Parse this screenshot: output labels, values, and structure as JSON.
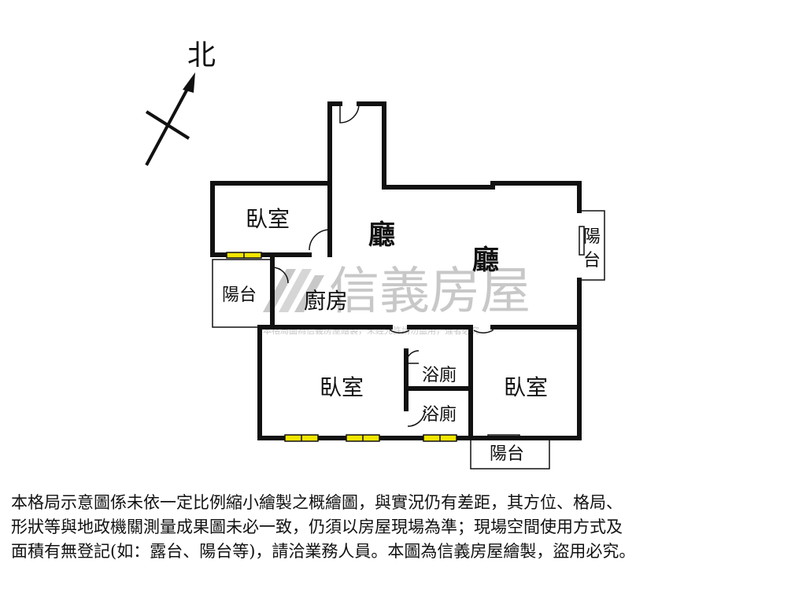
{
  "compass": {
    "label": "北"
  },
  "rooms": {
    "bedroom_nw": "臥室",
    "hall_1": "廳",
    "hall_2": "廳",
    "balcony_west": "陽台",
    "kitchen": "廚房",
    "balcony_east_1": "陽",
    "balcony_east_2": "台",
    "bedroom_sw": "臥室",
    "bathroom_1": "浴廁",
    "bathroom_2": "浴廁",
    "bedroom_se": "臥室",
    "balcony_south": "陽台"
  },
  "watermark": {
    "brand": "信義房屋",
    "notice": "本格局圖為信義房屋繪製，未經允許請勿盜用，違者必究"
  },
  "disclaimer": {
    "line1": "本格局示意圖係未依一定比例縮小繪製之概繪圖，與實況仍有差距，其方位、格局、",
    "line2": "形狀等與地政機關測量成果圖未必一致，仍須以房屋現場為準；現場空間使用方式及",
    "line3": "面積有無登記(如：露台、陽台等)，請洽業務人員。本圖為信義房屋繪製，盜用必究。"
  },
  "colors": {
    "wall": "#111111",
    "window_fill": "#f2e600",
    "watermark": "#c8c8c8"
  }
}
